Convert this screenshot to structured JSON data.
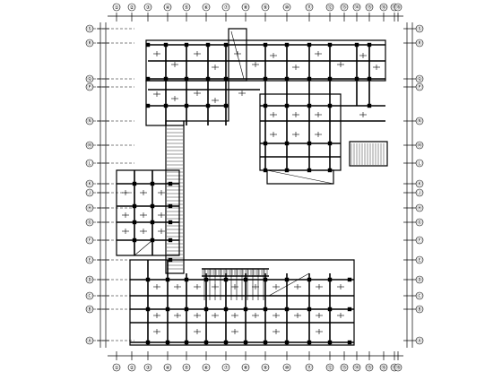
{
  "drawing": {
    "stroke_color": "#000000",
    "background": "#ffffff",
    "top_axis_labels": [
      "①",
      "②",
      "③",
      "④",
      "⑤",
      "⑥",
      "⑦",
      "⑧",
      "⑨",
      "⑩",
      "⑪",
      "⑫",
      "⑬",
      "⑭",
      "⑮",
      "⑯",
      "⑰",
      "⑱"
    ],
    "bottom_axis_labels": [
      "①",
      "②",
      "③",
      "④",
      "⑤",
      "⑥",
      "⑦",
      "⑧",
      "⑨",
      "⑩",
      "⑪",
      "⑫",
      "⑬",
      "⑭",
      "⑮",
      "⑯",
      "⑰",
      "⑱"
    ],
    "left_axis_labels": [
      "Ⓢ",
      "Ⓡ",
      "Ⓠ",
      "Ⓟ",
      "Ⓝ",
      "Ⓜ",
      "Ⓛ",
      "Ⓚ",
      "Ⓙ",
      "Ⓗ",
      "Ⓖ",
      "Ⓕ",
      "Ⓔ",
      "Ⓓ",
      "Ⓒ",
      "Ⓑ",
      "Ⓐ"
    ],
    "right_axis_labels": [
      "Ⓢ",
      "Ⓡ",
      "Ⓠ",
      "Ⓟ",
      "Ⓝ",
      "Ⓜ",
      "Ⓛ",
      "Ⓚ",
      "Ⓙ",
      "Ⓗ",
      "Ⓖ",
      "Ⓕ",
      "Ⓔ",
      "Ⓓ",
      "Ⓒ",
      "Ⓑ",
      "Ⓐ"
    ]
  }
}
